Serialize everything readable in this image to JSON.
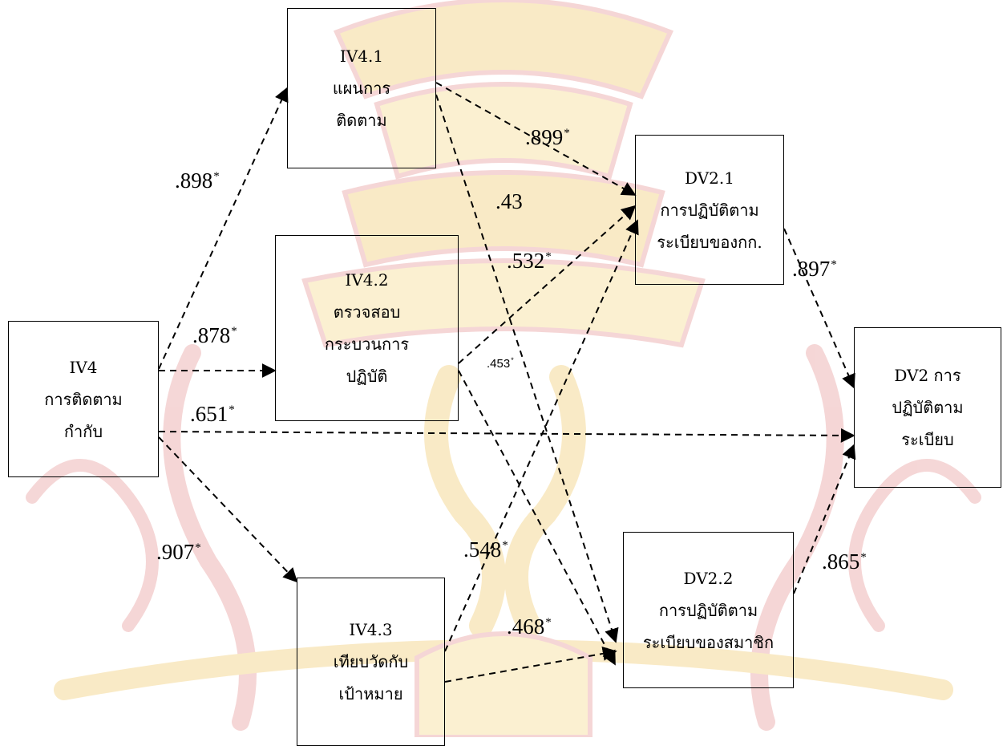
{
  "diagram": {
    "nodes": {
      "iv4": [
        "IV4",
        "การติดตาม",
        "กำกับ"
      ],
      "iv41": [
        "IV4.1",
        "แผนการ",
        "ติดตาม"
      ],
      "iv42": [
        "IV4.2",
        "ตรวจสอบ",
        "กระบวนการ",
        "ปฏิบัติ"
      ],
      "iv43": [
        "IV4.3",
        "เทียบวัดกับ",
        "เป้าหมาย"
      ],
      "dv21": [
        "DV2.1",
        "การปฏิบัติตาม",
        "ระเบียบของกก."
      ],
      "dv22": [
        "DV2.2",
        "การปฏิบัติตาม",
        "ระเบียบของสมาชิก"
      ],
      "dv2": [
        "DV2 การ",
        "ปฏิบัติตาม",
        "ระเบียบ"
      ]
    },
    "paths": [
      {
        "id": "iv4-iv41",
        "from": "IV4",
        "to": "IV4.1",
        "value": ".898",
        "star": "*"
      },
      {
        "id": "iv4-iv42",
        "from": "IV4",
        "to": "IV4.2",
        "value": ".878",
        "star": "*"
      },
      {
        "id": "iv4-dv2",
        "from": "IV4",
        "to": "DV2",
        "value": ".651",
        "star": "*"
      },
      {
        "id": "iv4-iv43",
        "from": "IV4",
        "to": "IV4.3",
        "value": ".907",
        "star": "*"
      },
      {
        "id": "iv41-dv21",
        "from": "IV4.1",
        "to": "DV2.1",
        "value": ".899",
        "star": "*"
      },
      {
        "id": "iv41-dv22",
        "from": "IV4.1",
        "to": "DV2.2",
        "value": ".43",
        "star": ""
      },
      {
        "id": "iv42-dv21",
        "from": "IV4.2",
        "to": "DV2.1",
        "value": ".532",
        "star": "*"
      },
      {
        "id": "iv42-dv22",
        "from": "IV4.2",
        "to": "DV2.2",
        "value": ".453",
        "star": "*"
      },
      {
        "id": "iv43-dv21",
        "from": "IV4.3",
        "to": "DV2.1",
        "value": ".548",
        "star": "*"
      },
      {
        "id": "iv43-dv22",
        "from": "IV4.3",
        "to": "DV2.2",
        "value": ".468",
        "star": "*"
      },
      {
        "id": "dv21-dv2",
        "from": "DV2.1",
        "to": "DV2",
        "value": ".897",
        "star": "*"
      },
      {
        "id": "dv22-dv2",
        "from": "DV2.2",
        "to": "DV2",
        "value": ".865",
        "star": "*"
      }
    ]
  },
  "colors": {
    "watermark": "#e8a0a0",
    "watermark_gold": "#f3cf78",
    "lines": "#000000"
  }
}
